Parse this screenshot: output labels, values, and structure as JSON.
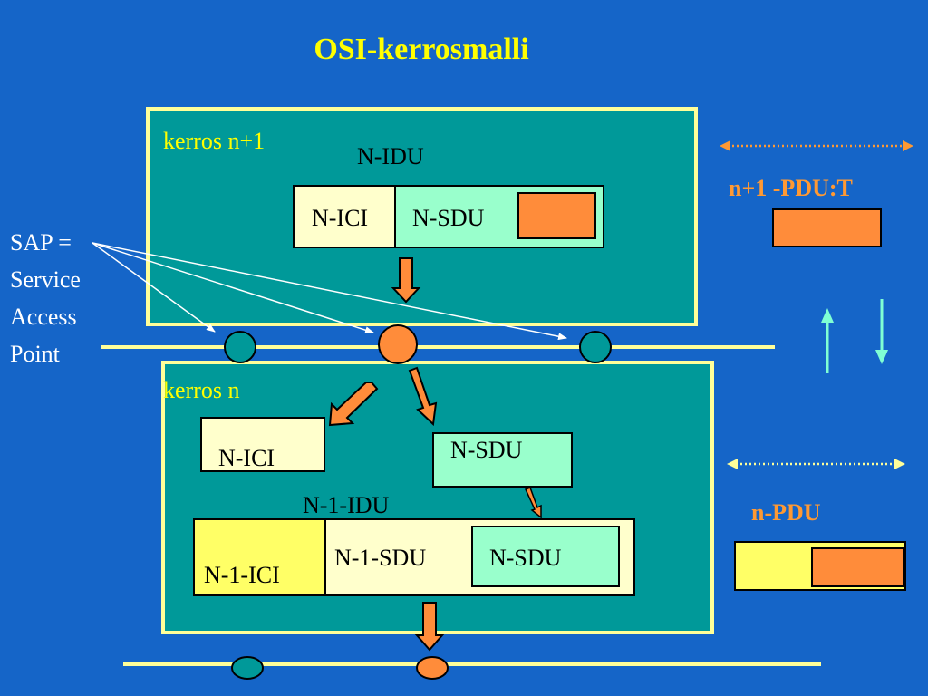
{
  "slide": {
    "title": "OSI-kerrosmalli"
  },
  "layers": {
    "upper_label": "kerros  n+1",
    "lower_label": "kerros n"
  },
  "upper": {
    "idu": "N-IDU",
    "ici": "N-ICI",
    "sdu": "N-SDU"
  },
  "lower": {
    "ici": "N-ICI",
    "sdu": "N-SDU",
    "idu": "N-1-IDU",
    "n1_ici": "N-1-ICI",
    "n1_sdu": "N-1-SDU",
    "inner_sdu": "N-SDU"
  },
  "sap": {
    "line1": "SAP =",
    "line2": "Service",
    "line3": "Access",
    "line4": "Point"
  },
  "right": {
    "pdu_upper": "n+1 -PDU:T",
    "pdu_lower": "n-PDU"
  },
  "colors": {
    "background": "#1565c8",
    "layer_fill": "#009999",
    "layer_border": "#ffff99",
    "orange": "#ff8c3a",
    "light_yellow": "#ffffcc",
    "yellow_fill": "#ffff66",
    "mint": "#99ffcc",
    "title": "#ffff00"
  }
}
